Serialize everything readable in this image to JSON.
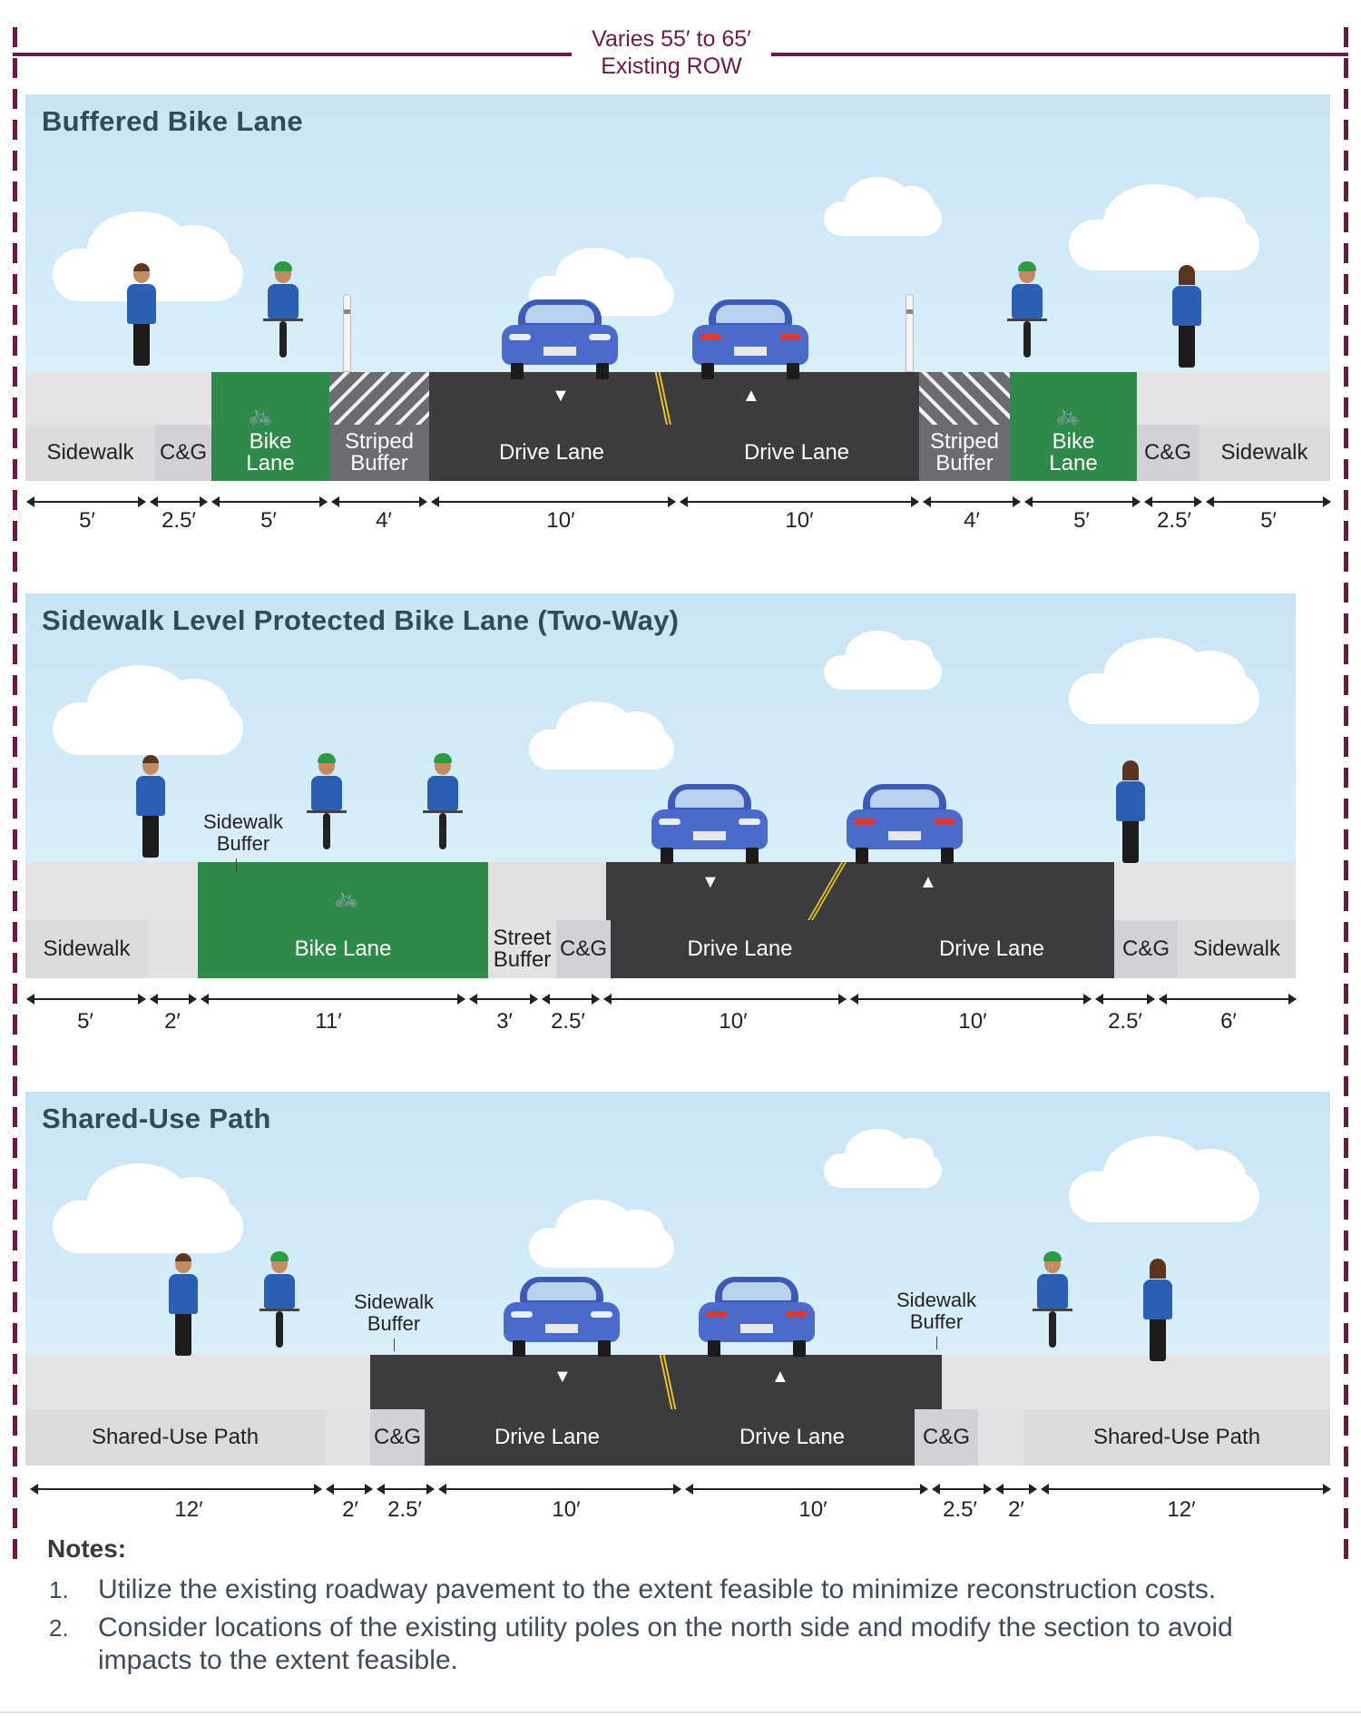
{
  "row": {
    "line1": "Varies 55′ to 65′",
    "line2": "Existing ROW"
  },
  "sections": [
    {
      "title": "Buffered Bike Lane",
      "segments": [
        "Sidewalk",
        "C&G",
        "Bike\nLane",
        "Striped\nBuffer",
        "Drive Lane",
        "Drive Lane",
        "Striped\nBuffer",
        "Bike\nLane",
        "C&G",
        "Sidewalk"
      ],
      "dims": [
        "5′",
        "2.5′",
        "5′",
        "4′",
        "10′",
        "10′",
        "4′",
        "5′",
        "2.5′",
        "5′"
      ]
    },
    {
      "title": "Sidewalk Level Protected Bike Lane (Two-Way)",
      "callouts": [
        "Sidewalk\nBuffer"
      ],
      "segments": [
        "Sidewalk",
        "",
        "Bike Lane",
        "Street\nBuffer",
        "C&G",
        "Drive Lane",
        "Drive Lane",
        "C&G",
        "Sidewalk"
      ],
      "dims": [
        "5′",
        "2′",
        "11′",
        "3′",
        "2.5′",
        "10′",
        "10′",
        "2.5′",
        "6′"
      ]
    },
    {
      "title": "Shared-Use Path",
      "callouts": [
        "Sidewalk\nBuffer",
        "Sidewalk\nBuffer"
      ],
      "segments": [
        "Shared-Use Path",
        "",
        "C&G",
        "Drive Lane",
        "Drive Lane",
        "C&G",
        "",
        "Shared-Use Path"
      ],
      "dims": [
        "12′",
        "2′",
        "2.5′",
        "10′",
        "10′",
        "2.5′",
        "2′",
        "12′"
      ]
    }
  ],
  "notes": {
    "title": "Notes:",
    "items": [
      {
        "num": "1.",
        "text": "Utilize the existing roadway pavement to the extent feasible to minimize reconstruction costs."
      },
      {
        "num": "2.",
        "text": "Consider locations of the existing utility poles on the north side and modify the section to avoid impacts to the extent feasible."
      }
    ]
  },
  "colors": {
    "row_accent": "#6b1a4d",
    "title": "#2f4b5e",
    "bike_lane": "#2e8a4a",
    "drive_lane": "#3c3c3f",
    "striped_buffer": "#6b6c70",
    "sidewalk": "#dcdcdf",
    "sky": "#c9e4f5"
  }
}
